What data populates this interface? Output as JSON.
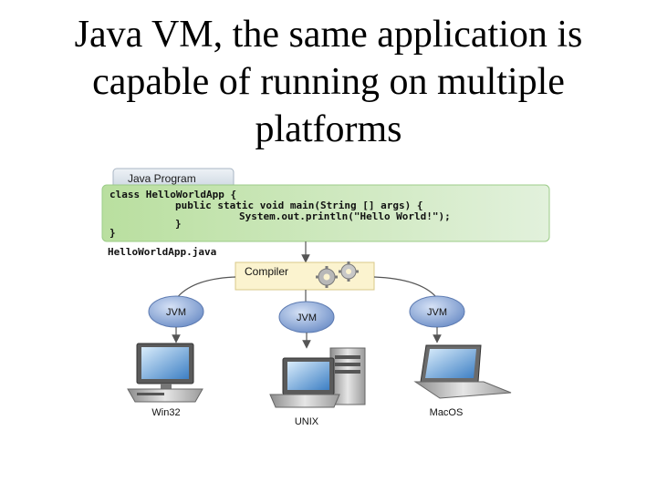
{
  "slide": {
    "title_lines": [
      "Java VM, the same application is",
      "capable of running on multiple",
      "platforms"
    ]
  },
  "diagram": {
    "program_tab": "Java Program",
    "code_lines": [
      "class HelloWorldApp {",
      "public static void main(String [] args) {",
      "System.out.println(\"Hello World!\");",
      "}",
      "}"
    ],
    "filename": "HelloWorldApp.java",
    "compiler": "Compiler",
    "jvm_labels": [
      "JVM",
      "JVM",
      "JVM"
    ],
    "platforms": [
      "Win32",
      "UNIX",
      "MacOS"
    ],
    "colors": {
      "code_panel": "#cfe9c4",
      "tab": "#dfe6ee",
      "compiler_box": "#fbf3cf",
      "jvm_bubble": "#7f9fd4",
      "connector": "#555555"
    },
    "icons": [
      "gears-icon",
      "desktop-computer-icon",
      "server-tower-icon",
      "laptop-icon"
    ]
  }
}
